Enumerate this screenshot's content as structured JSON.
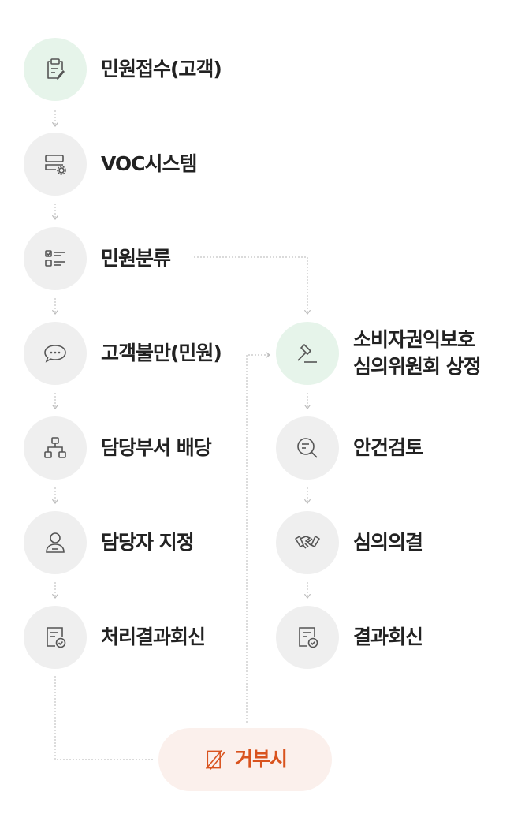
{
  "left_steps": [
    {
      "label": "민원접수(고객)",
      "icon": "clipboard-edit-icon"
    },
    {
      "label": "VOC시스템",
      "icon": "server-settings-icon"
    },
    {
      "label": "민원분류",
      "icon": "checklist-icon"
    },
    {
      "label": "고객불만(민원)",
      "icon": "speech-bubble-icon"
    },
    {
      "label": "담당부서 배당",
      "icon": "org-chart-icon"
    },
    {
      "label": "담당자 지정",
      "icon": "person-icon"
    },
    {
      "label": "처리결과회신",
      "icon": "document-check-icon"
    }
  ],
  "right_steps": [
    {
      "label_line1": "소비자권익보호",
      "label_line2": "심의위원회 상정",
      "icon": "gavel-icon"
    },
    {
      "label": "안건검토",
      "icon": "search-document-icon"
    },
    {
      "label": "심의의결",
      "icon": "handshake-icon"
    },
    {
      "label": "결과회신",
      "icon": "document-check-icon"
    }
  ],
  "reject": {
    "label": "거부시",
    "icon": "slash-box-icon"
  },
  "colors": {
    "gray_circle": "#efefef",
    "green_circle": "#e6f4ea",
    "accent": "#d9531e",
    "text": "#222222"
  }
}
